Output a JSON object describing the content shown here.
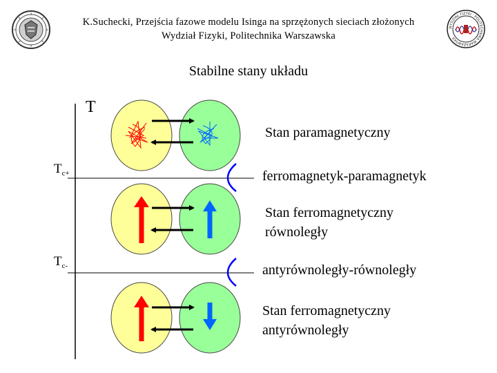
{
  "header": {
    "line1": "K.Suchecki, Przejścia fazowe modelu Isinga na sprzężonych sieciach złożonych",
    "line2": "Wydział Fizyki, Politechnika Warszawska"
  },
  "logo_right_text": "WYDZIAŁ FIZYKI · POLITECHNIKA WARSZAWSKA",
  "title": "Stabilne stany układu",
  "axis": {
    "label": "T",
    "tc_plus": {
      "base": "T",
      "sub": "c+"
    },
    "tc_minus": {
      "base": "T",
      "sub": "c-"
    }
  },
  "states": {
    "paramagnetic": "Stan paramagnetyczny",
    "ferro_parallel_line1": "Stan ferromagnetyczny",
    "ferro_parallel_line2": "równoległy",
    "ferro_antiparallel_line1": "Stan ferromagnetyczny",
    "ferro_antiparallel_line2": "antyrównoległy"
  },
  "transitions": {
    "upper": "ferromagnetyk-paramagnetyk",
    "lower": "antyrównoległy-równoległy"
  },
  "colors": {
    "left_network": "#ffff99",
    "right_network": "#99ff99",
    "spin_left": "#ff0000",
    "spin_right": "#0066ff",
    "transition_bracket": "#0000ff",
    "axis": "#000000"
  }
}
